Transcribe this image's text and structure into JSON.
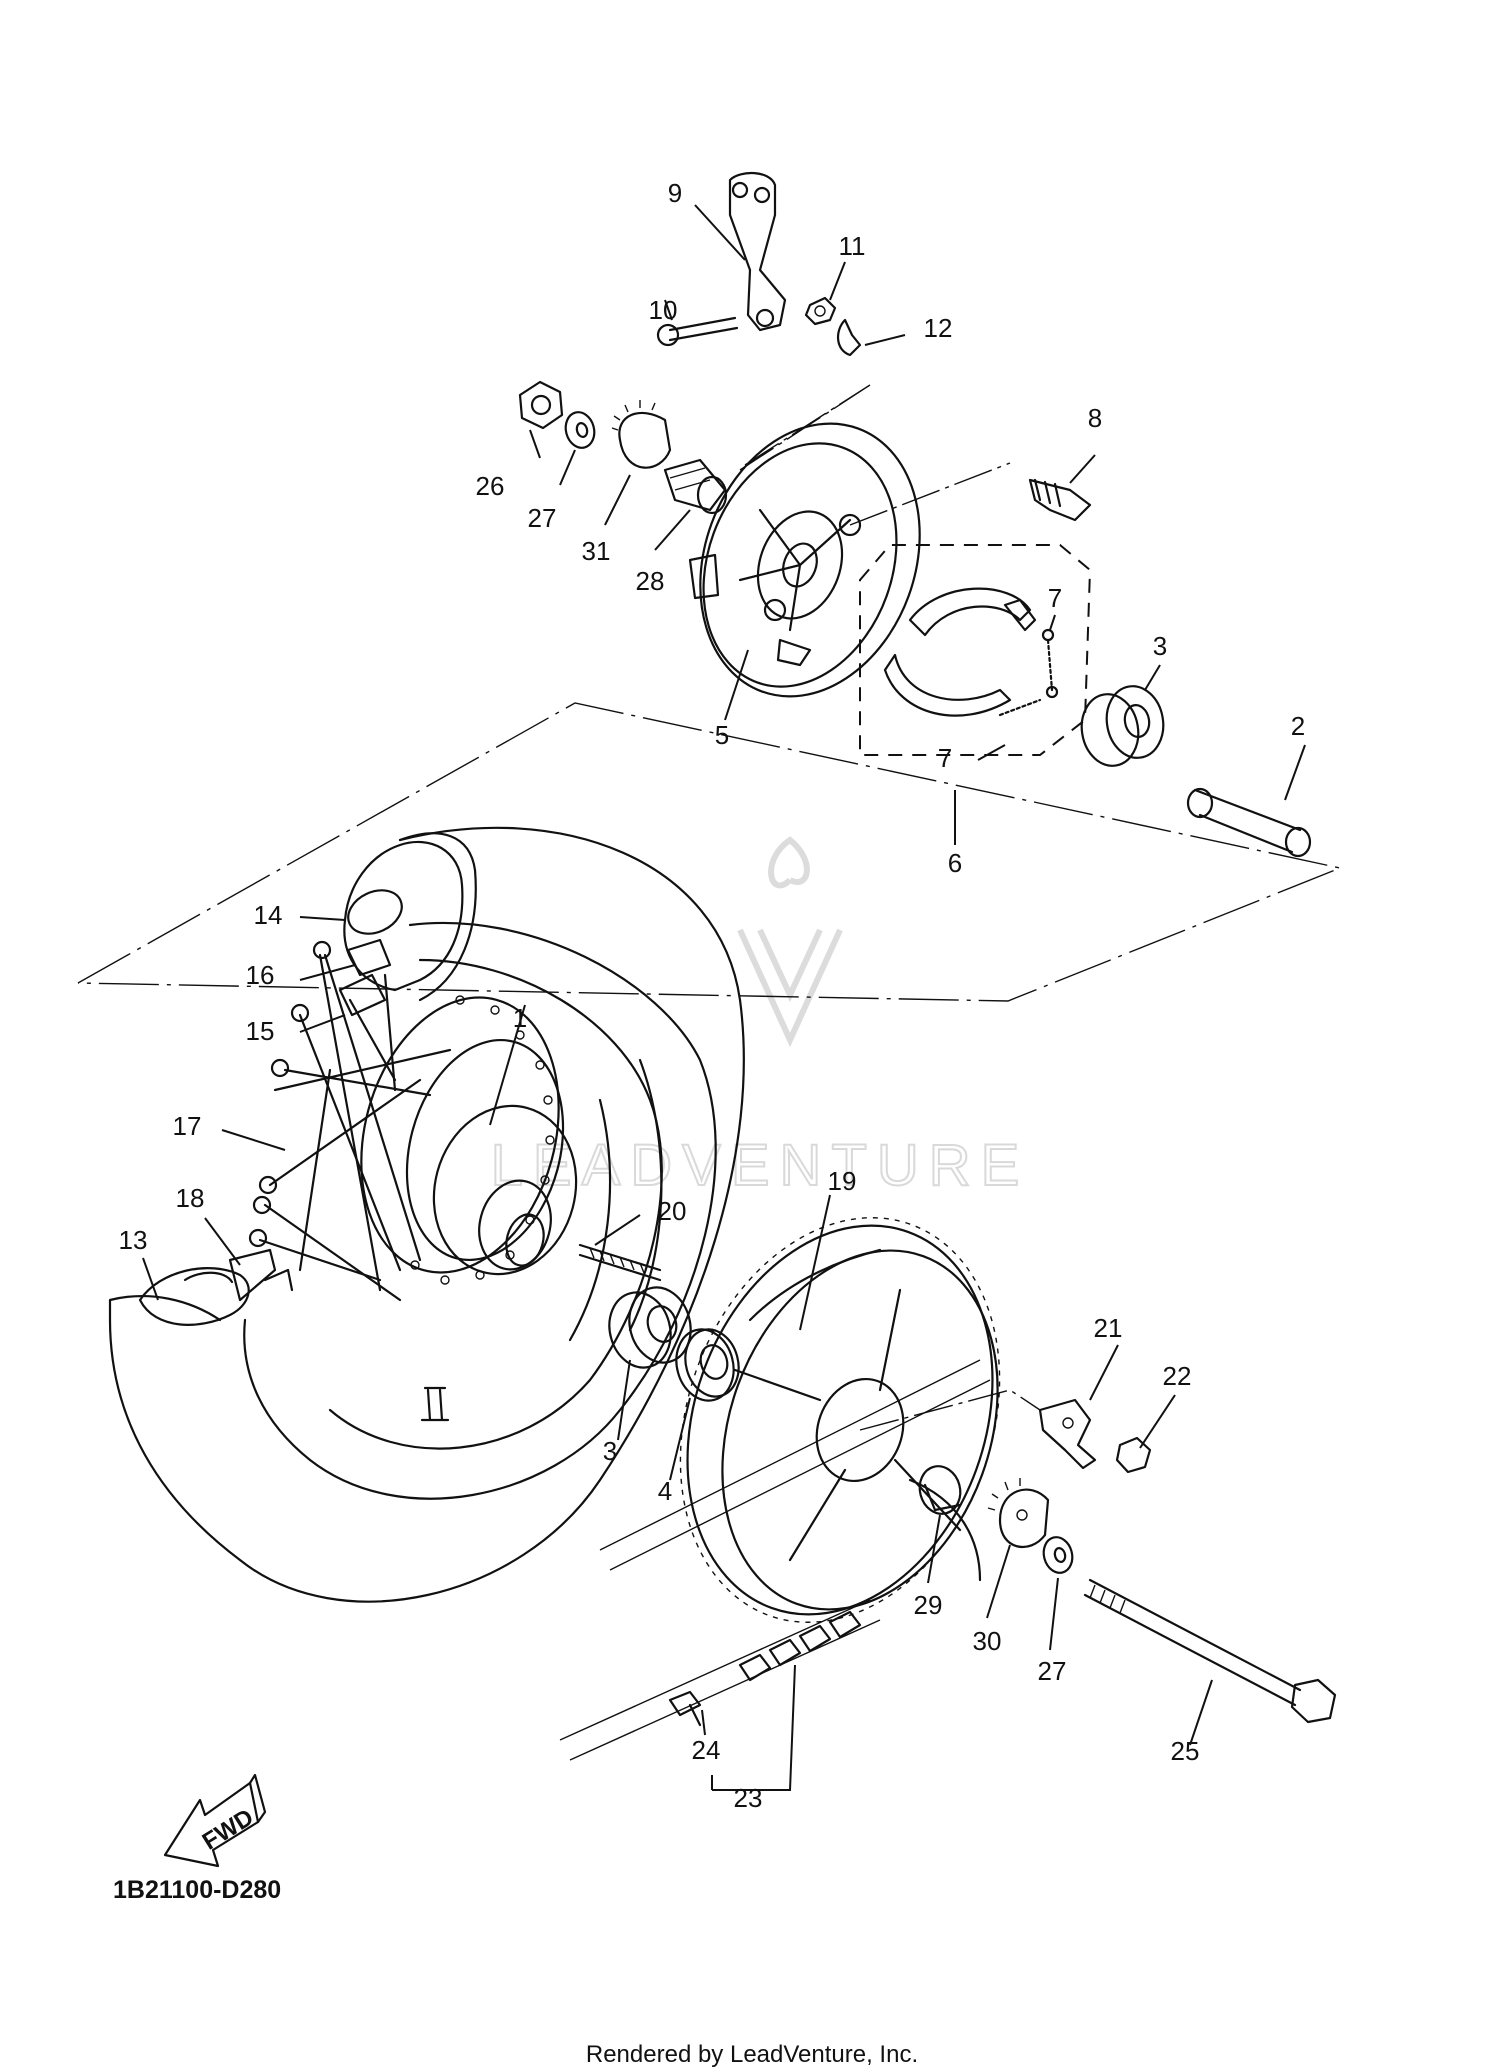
{
  "callouts": [
    {
      "id": "1",
      "label": "1"
    },
    {
      "id": "2",
      "label": "2"
    },
    {
      "id": "3a",
      "label": "3"
    },
    {
      "id": "3b",
      "label": "3"
    },
    {
      "id": "4",
      "label": "4"
    },
    {
      "id": "5",
      "label": "5"
    },
    {
      "id": "6",
      "label": "6"
    },
    {
      "id": "7a",
      "label": "7"
    },
    {
      "id": "7b",
      "label": "7"
    },
    {
      "id": "8",
      "label": "8"
    },
    {
      "id": "9",
      "label": "9"
    },
    {
      "id": "10",
      "label": "10"
    },
    {
      "id": "11",
      "label": "11"
    },
    {
      "id": "12",
      "label": "12"
    },
    {
      "id": "13",
      "label": "13"
    },
    {
      "id": "14",
      "label": "14"
    },
    {
      "id": "15",
      "label": "15"
    },
    {
      "id": "16",
      "label": "16"
    },
    {
      "id": "17",
      "label": "17"
    },
    {
      "id": "18",
      "label": "18"
    },
    {
      "id": "19",
      "label": "19"
    },
    {
      "id": "20",
      "label": "20"
    },
    {
      "id": "21",
      "label": "21"
    },
    {
      "id": "22",
      "label": "22"
    },
    {
      "id": "23",
      "label": "23"
    },
    {
      "id": "24",
      "label": "24"
    },
    {
      "id": "25",
      "label": "25"
    },
    {
      "id": "26",
      "label": "26"
    },
    {
      "id": "27a",
      "label": "27"
    },
    {
      "id": "27b",
      "label": "27"
    },
    {
      "id": "28",
      "label": "28"
    },
    {
      "id": "29",
      "label": "29"
    },
    {
      "id": "30",
      "label": "30"
    },
    {
      "id": "31",
      "label": "31"
    }
  ],
  "diagram_code": "1B21100-D280",
  "fwd_label": "FWD",
  "footer": "Rendered by LeadVenture, Inc.",
  "watermark": "LEADVENTURE",
  "colors": {
    "ink": "#111111",
    "watermark": "#d9d9d9",
    "background": "#ffffff"
  }
}
